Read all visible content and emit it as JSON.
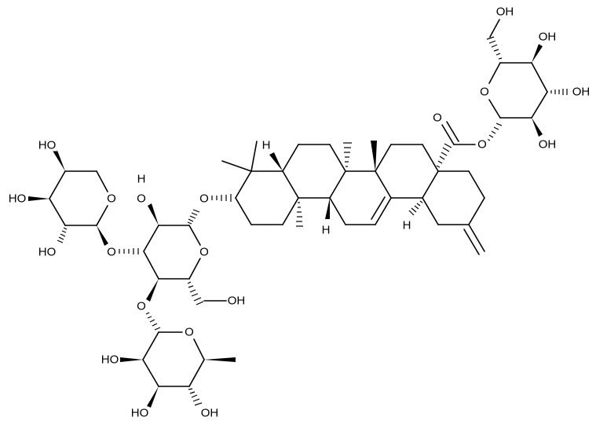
{
  "figure": {
    "type": "skeletal-formula",
    "description": "Triterpenoid saponin (olean-12-ene type, 30-methylene) with trisaccharide at C-3 and glucosyl ester at C-28",
    "background": "#ffffff",
    "line_color": "#000000"
  },
  "labels": {
    "xyl_oh4": "HO",
    "xyl_oh3": "HO",
    "xyl_oh2": "HO",
    "xyl_ring_o": "O",
    "xyl_glyc_o": "O",
    "glc_oh2_h": "H",
    "glc_oh2_o": "O",
    "glc_ring_o": "O",
    "glc_glyc_o": "O",
    "glc_oh6": "OH",
    "glc_o4": "O",
    "rha_ring_o": "O",
    "rha_oh2": "HO",
    "rha_oh3": "HO",
    "rha_oh4": "OH",
    "h5": "H",
    "h9": "H",
    "h18": "H",
    "carbonyl_o": "O",
    "ester_o": "O",
    "gluc2_ring_o": "O",
    "gluc2_oh6": "OH",
    "gluc2_oh4": "OH",
    "gluc2_oh3": "OH",
    "gluc2_oh2": "OH"
  },
  "units": [
    {
      "name": "xylose",
      "position": "left"
    },
    {
      "name": "glucose",
      "position": "center-left"
    },
    {
      "name": "rhamnose",
      "position": "bottom"
    },
    {
      "name": "aglycone",
      "position": "center"
    },
    {
      "name": "glucose-ester",
      "position": "top-right"
    }
  ]
}
